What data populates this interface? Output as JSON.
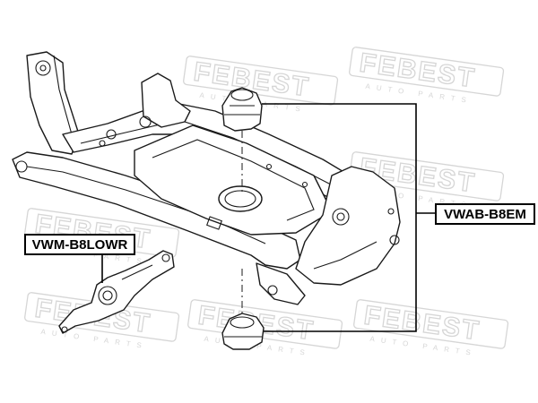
{
  "watermark": {
    "brand": "FEBEST",
    "sub": "AUTO PARTS"
  },
  "labels": {
    "engine_mount": "VWAB-B8EM",
    "lower_mount": "VWM-B8LOWR"
  }
}
